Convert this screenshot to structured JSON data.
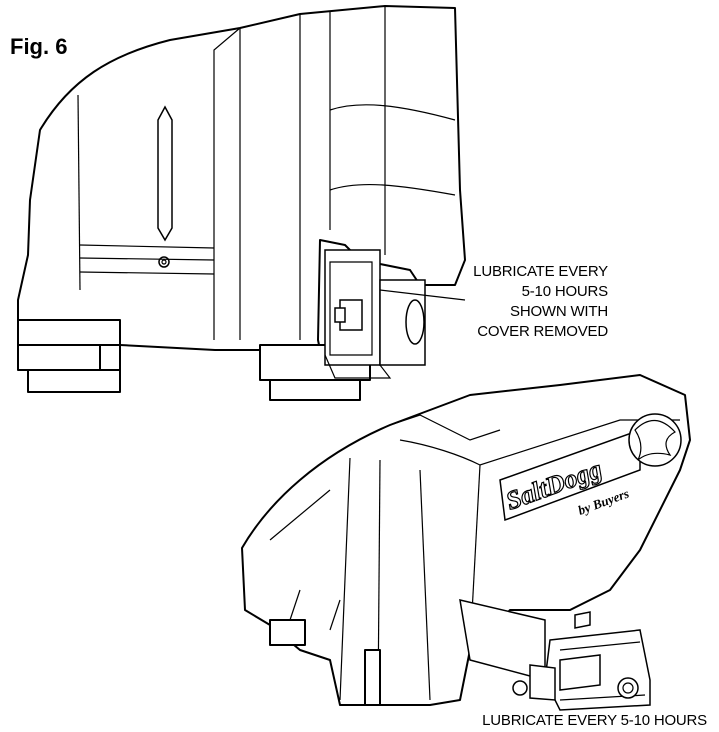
{
  "figure_label": "Fig. 6",
  "callouts": {
    "top": {
      "lines": [
        "LUBRICATE EVERY",
        "5-10 HOURS",
        "SHOWN WITH",
        "COVER REMOVED"
      ]
    },
    "bottom": {
      "text": "LUBRICATE EVERY 5-10 HOURS"
    }
  },
  "logo_text": "SaltDogg by Buyers"
}
